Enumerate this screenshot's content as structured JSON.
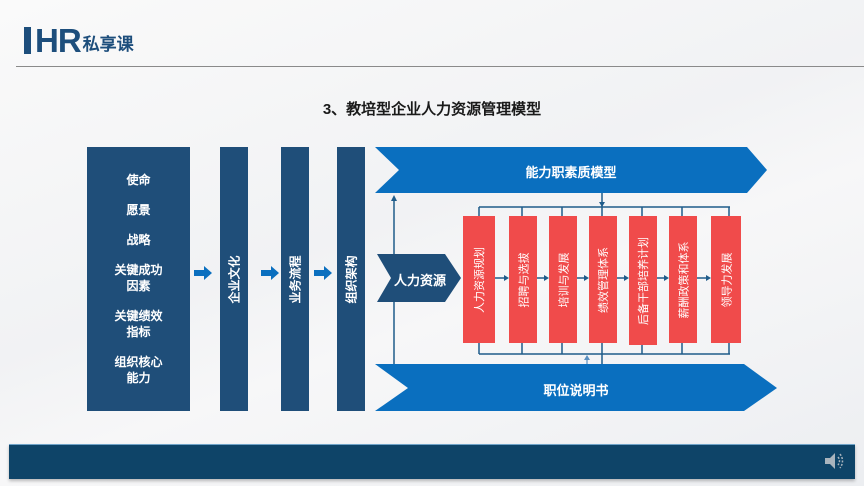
{
  "header": {
    "logo_letters": "HR",
    "logo_cn": "私享课"
  },
  "title": "3、教培型企业人力资源管理模型",
  "left_column": {
    "items": [
      "使命",
      "愿景",
      "战略",
      "关键成功\n因素",
      "关键绩效\n指标",
      "组织核心\n能力"
    ]
  },
  "flow_columns": [
    {
      "label": "企业文化"
    },
    {
      "label": "业务流程"
    },
    {
      "label": "组织架构"
    }
  ],
  "top_banner": {
    "label": "能力职素质模型",
    "color": "#0a6fbf"
  },
  "bottom_banner": {
    "label": "职位说明书",
    "color": "#0a6fbf"
  },
  "hr_chevron": {
    "label": "人力资源",
    "color": "#1f4e79"
  },
  "modules": [
    {
      "label": "人力资源规划"
    },
    {
      "label": "招聘与选拔"
    },
    {
      "label": "培训与发展"
    },
    {
      "label": "绩效管理体系"
    },
    {
      "label": "后备干部培养计划"
    },
    {
      "label": "薪酬政策和体系"
    },
    {
      "label": "领导力发展"
    }
  ],
  "colors": {
    "navy": "#1f4e79",
    "blue": "#0a6fbf",
    "red": "#f04b4b",
    "connector": "#1f5c8a",
    "footer": "#0e4468"
  },
  "footer": {
    "icon": "speaker-icon"
  }
}
